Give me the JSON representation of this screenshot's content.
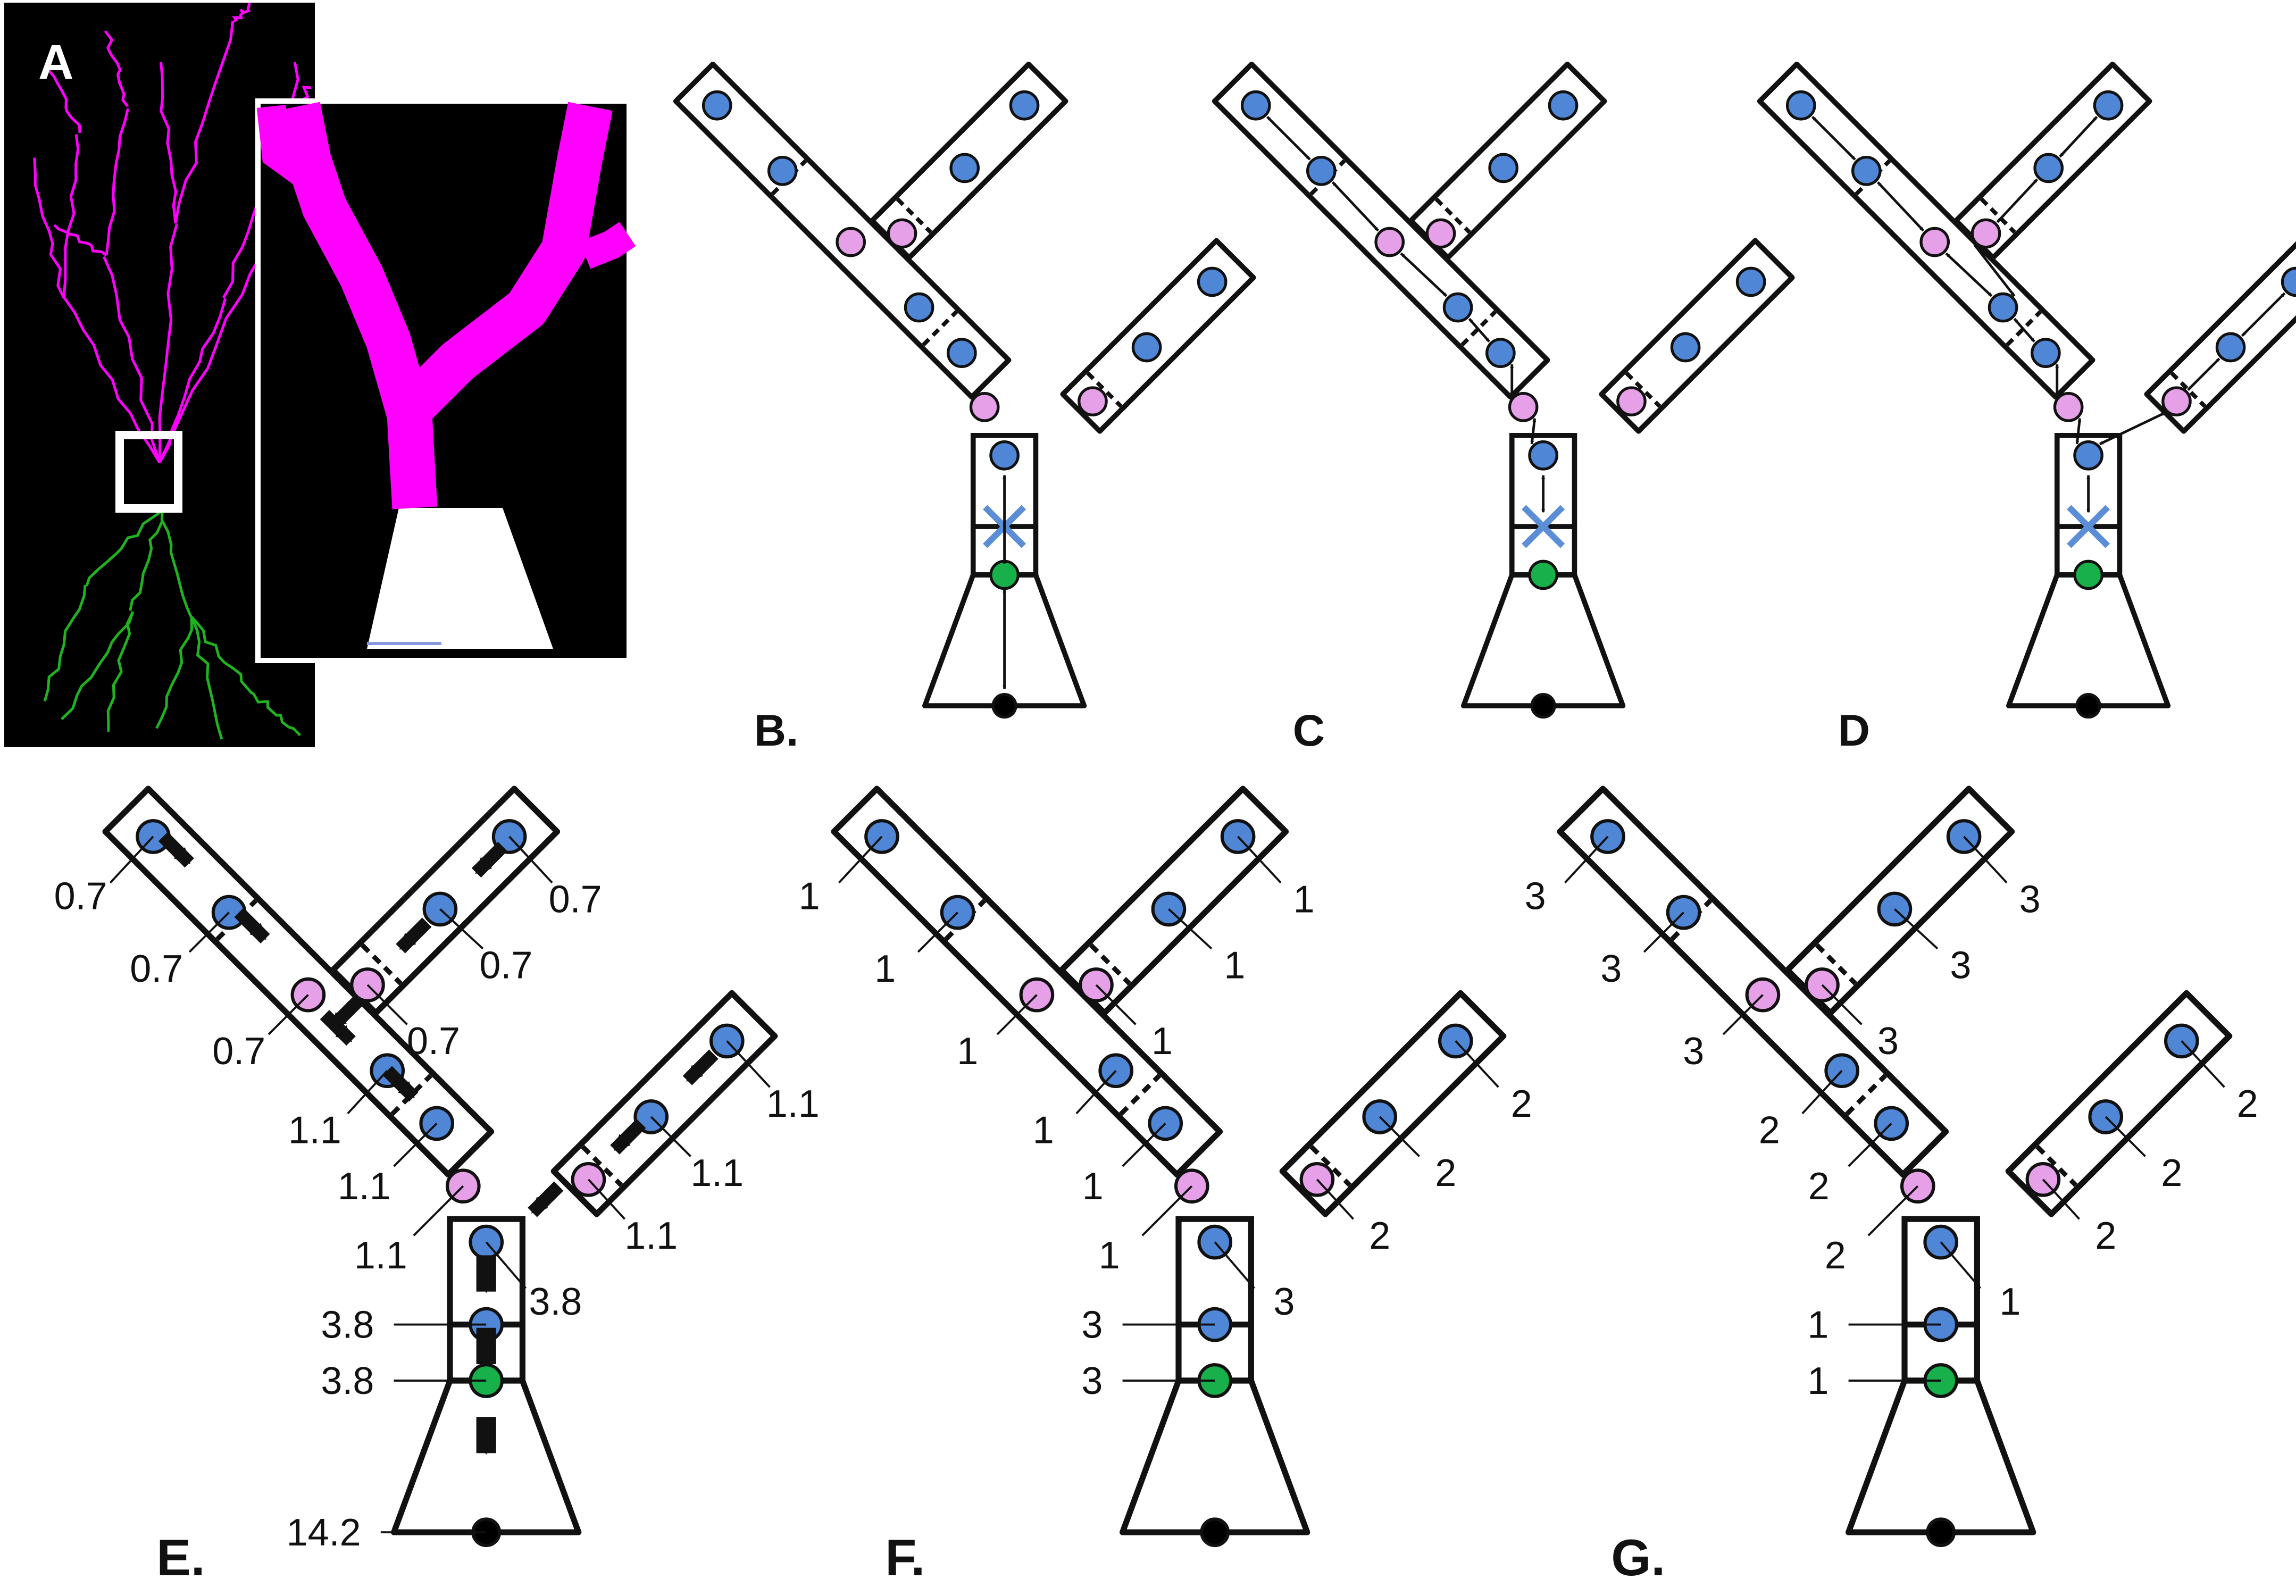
{
  "panel_a": {
    "label": "A",
    "colors": {
      "apical": "#ff00ff",
      "basal": "#1fb41f",
      "soma": "#ffffff",
      "background": "#000000"
    }
  },
  "colors": {
    "outline": "#111111",
    "blue_node": "#4f86d6",
    "pink_node": "#e6a0e8",
    "green_node": "#17b04a",
    "black_node": "#000000",
    "cross": "#5b8ed6"
  },
  "top_panels": [
    {
      "id": "B",
      "label": "B.",
      "arrows": "trunk"
    },
    {
      "id": "C",
      "label": "C",
      "arrows": "main"
    },
    {
      "id": "D",
      "label": "D",
      "arrows": "all"
    }
  ],
  "bottom_panels": [
    {
      "id": "E",
      "label": "E.",
      "flow_arrows": true,
      "values": {
        "a1": "0.7",
        "a2": "0.7",
        "a3": "0.7",
        "b1": "0.7",
        "b2": "0.7",
        "b3": "0.7",
        "c1": "1.1",
        "c2": "1.1",
        "c3": "1.1",
        "d1": "1.1",
        "d2": "1.1",
        "d3": "1.1",
        "n1": "3.8",
        "n2": "3.8",
        "g": "3.8",
        "s": "14.2"
      }
    },
    {
      "id": "F",
      "label": "F.",
      "flow_arrows": false,
      "values": {
        "a1": "1",
        "a2": "1",
        "a3": "1",
        "b1": "1",
        "b2": "1",
        "b3": "1",
        "c1": "2",
        "c2": "2",
        "c3": "2",
        "d1": "1",
        "d2": "1",
        "d3": "1",
        "n1": "3",
        "n2": "3",
        "g": "3",
        "s": ""
      }
    },
    {
      "id": "G",
      "label": "G.",
      "flow_arrows": false,
      "values": {
        "a1": "3",
        "a2": "3",
        "a3": "3",
        "b1": "3",
        "b2": "3",
        "b3": "3",
        "c1": "2",
        "c2": "2",
        "c3": "2",
        "d1": "2",
        "d2": "2",
        "d3": "2",
        "n1": "1",
        "n2": "1",
        "g": "1",
        "s": ""
      }
    }
  ]
}
